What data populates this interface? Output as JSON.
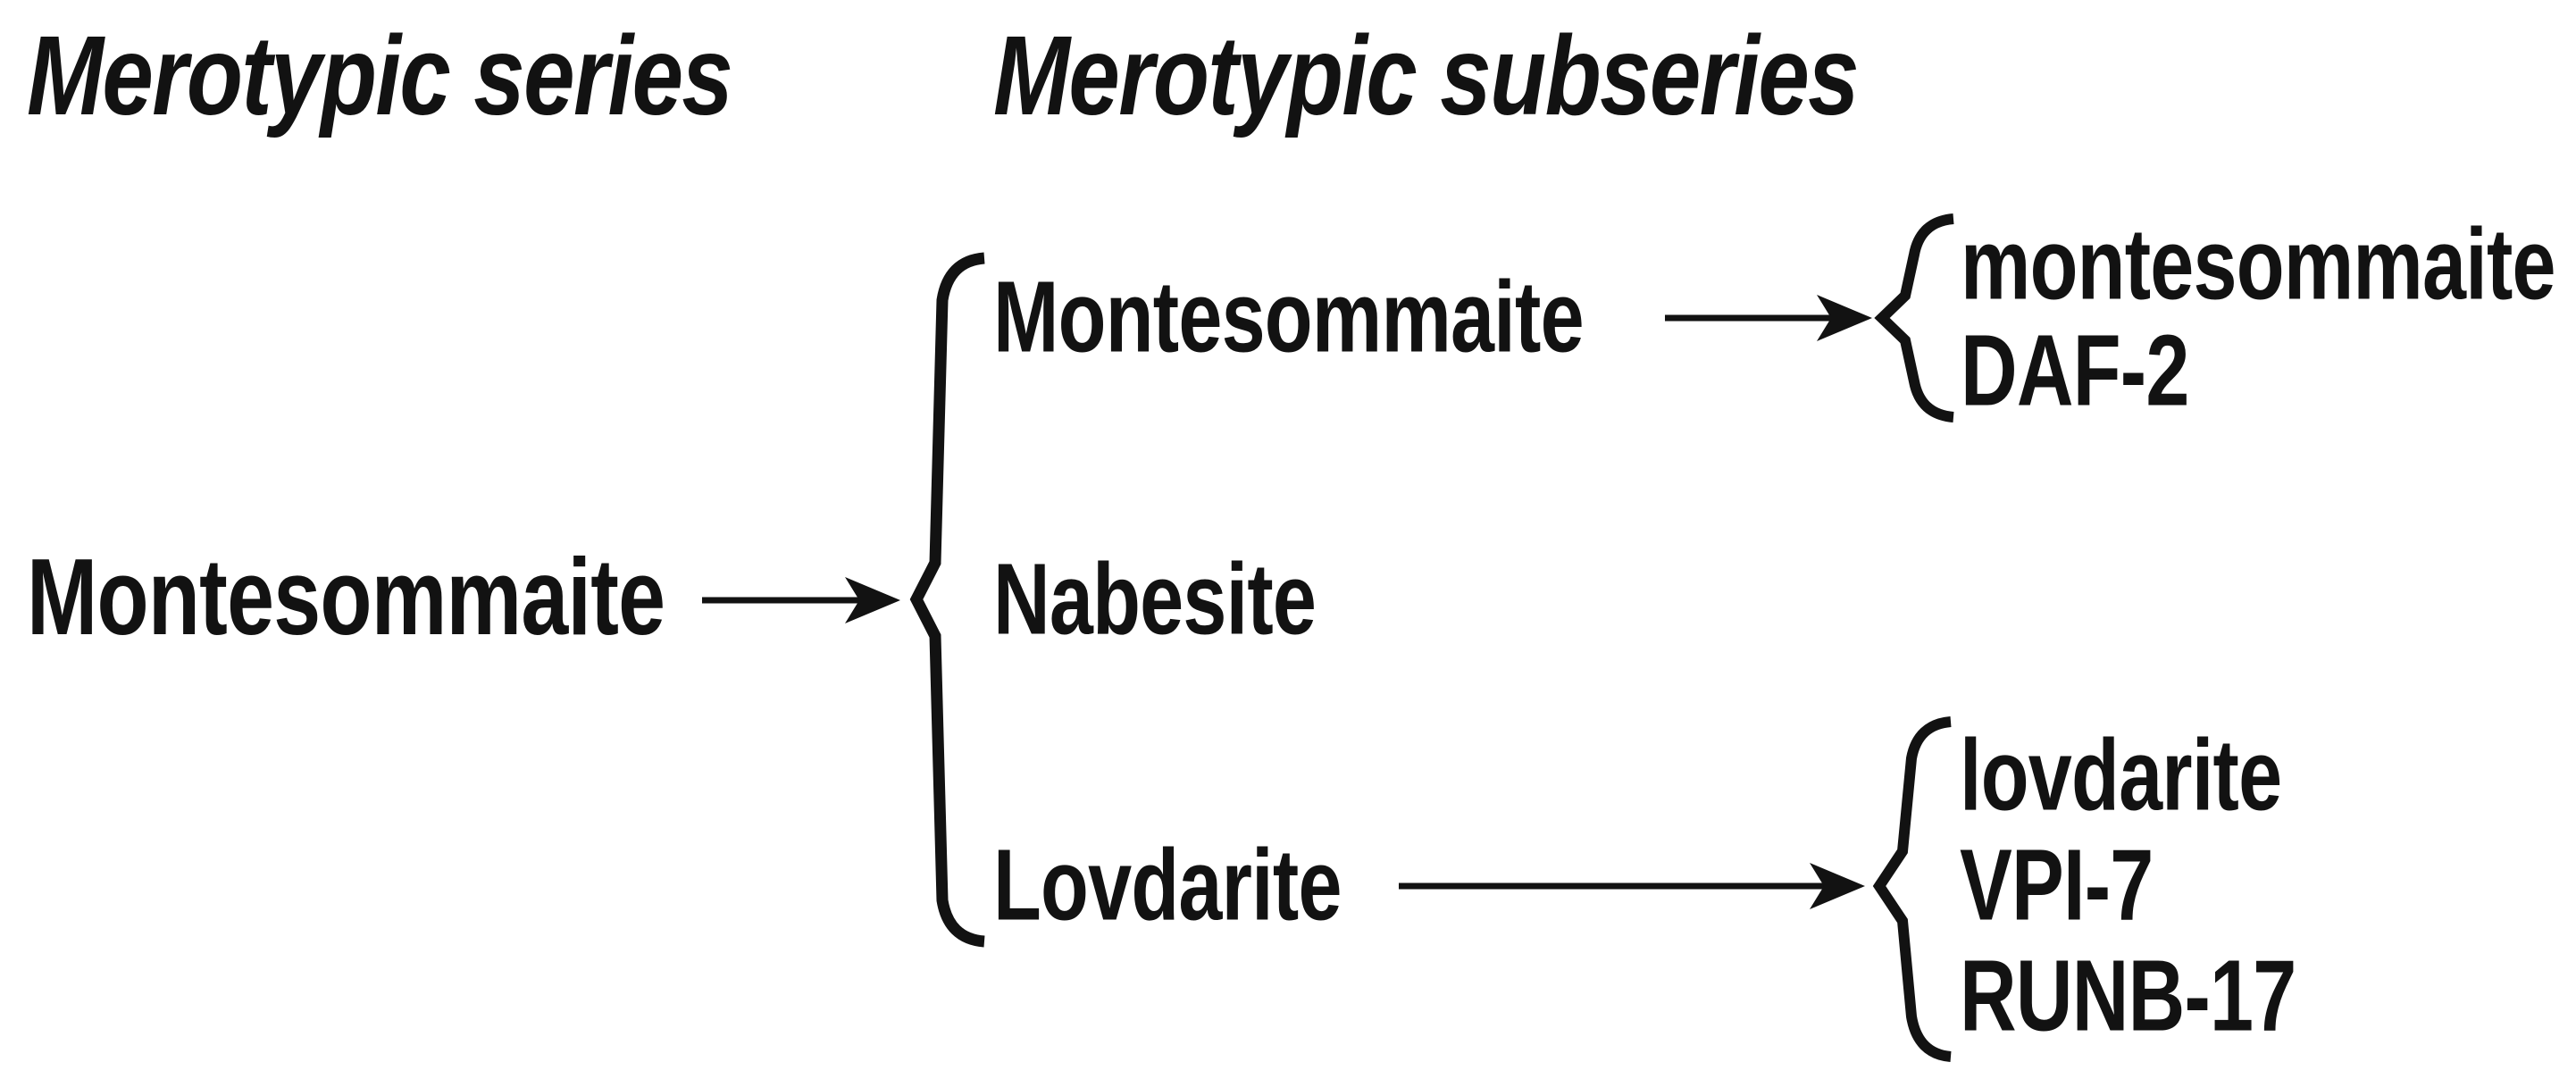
{
  "palette": {
    "ink": "#121212",
    "background": "#ffffff"
  },
  "headings": {
    "series": "Merotypic series",
    "subseries": "Merotypic subseries"
  },
  "tree": {
    "root": "Montesommaite",
    "subseries": [
      {
        "label": "Montesommaite",
        "members": [
          "montesommaite",
          "DAF-2"
        ]
      },
      {
        "label": "Nabesite",
        "members": []
      },
      {
        "label": "Lovdarite",
        "members": [
          "lovdarite",
          "VPI-7",
          "RUNB-17"
        ]
      }
    ]
  }
}
